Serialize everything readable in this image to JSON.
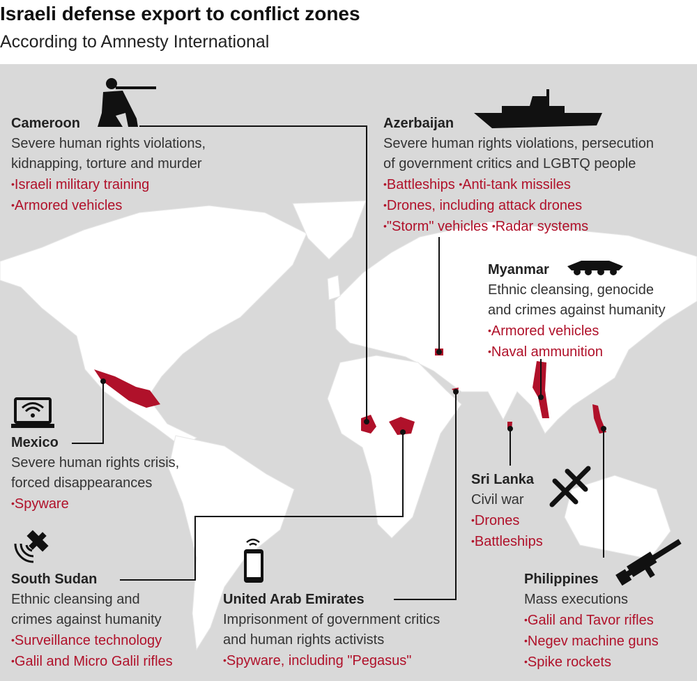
{
  "title": "Israeli defense export to conflict zones",
  "subtitle": "According to Amnesty International",
  "colors": {
    "highlight": "#b0112a",
    "ocean": "#d9d9d9",
    "land": "#ffffff"
  },
  "countries": {
    "cameroon": {
      "name": "Cameroon",
      "desc": [
        "Severe human rights violations,",
        "kidnapping, torture and murder"
      ],
      "items": [
        "Israeli military training",
        "Armored vehicles"
      ],
      "icon": "soldier-icon"
    },
    "azerbaijan": {
      "name": "Azerbaijan",
      "desc": [
        "Severe human rights violations, persecution",
        "of government critics and LGBTQ people"
      ],
      "items": [
        "Battleships",
        "Anti-tank missiles",
        "Drones, including attack drones",
        "\"Storm\" vehicles",
        "Radar systems"
      ],
      "icon": "battleship-icon"
    },
    "myanmar": {
      "name": "Myanmar",
      "desc": [
        "Ethnic cleansing, genocide",
        "and crimes against humanity"
      ],
      "items": [
        "Armored vehicles",
        "Naval ammunition"
      ],
      "icon": "armored-vehicle-icon"
    },
    "mexico": {
      "name": "Mexico",
      "desc": [
        "Severe human rights crisis,",
        "forced disappearances"
      ],
      "items": [
        "Spyware"
      ],
      "icon": "laptop-icon"
    },
    "srilanka": {
      "name": "Sri Lanka",
      "desc": [
        "Civil war"
      ],
      "items": [
        "Drones",
        "Battleships"
      ],
      "icon": "drone-icon"
    },
    "southsudan": {
      "name": "South Sudan",
      "desc": [
        "Ethnic cleansing and",
        "crimes against humanity"
      ],
      "items": [
        "Surveillance technology",
        "Galil and Micro Galil rifles"
      ],
      "icon": "satellite-icon"
    },
    "uae": {
      "name": "United Arab Emirates",
      "desc": [
        "Imprisonment of government critics",
        "and human rights activists"
      ],
      "items": [
        "Spyware, including \"Pegasus\""
      ],
      "icon": "smartphone-icon"
    },
    "philippines": {
      "name": "Philippines",
      "desc": [
        "Mass executions"
      ],
      "items": [
        "Galil and Tavor rifles",
        "Negev machine guns",
        "Spike rockets"
      ],
      "icon": "rifle-icon"
    }
  }
}
